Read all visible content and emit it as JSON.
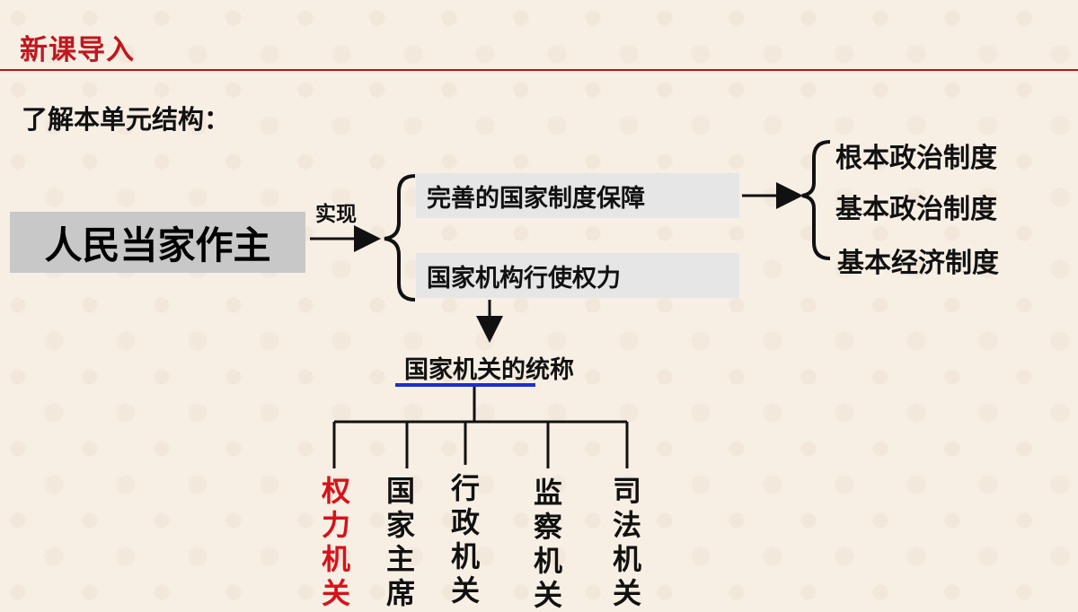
{
  "header": {
    "title": "新课导入"
  },
  "subtitle": "了解本单元结构：",
  "diagram": {
    "root": "人民当家作主",
    "edge_label": "实现",
    "branches": [
      "完善的国家制度保障",
      "国家机构行使权力"
    ],
    "systems": [
      "根本政治制度",
      "基本政治制度",
      "基本经济制度"
    ],
    "collective_term": "国家机关的统称",
    "organs": [
      {
        "text": "权力机关",
        "color": "#d8111a"
      },
      {
        "text": "国家主席",
        "color": "#111111"
      },
      {
        "text": "行政机关",
        "color": "#111111"
      },
      {
        "text": "监察机关",
        "color": "#111111"
      },
      {
        "text": "司法机关",
        "color": "#111111"
      }
    ],
    "underline_color": "#1a2fd0"
  }
}
